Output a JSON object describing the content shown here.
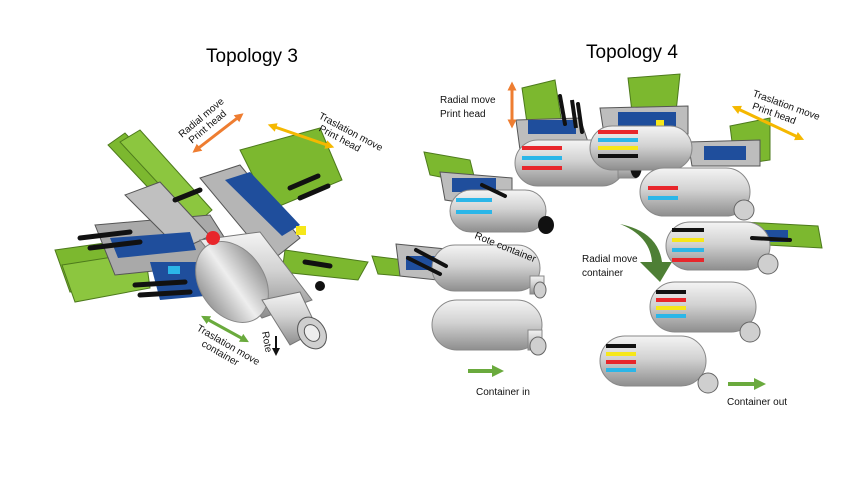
{
  "topology3": {
    "title": "Topology 3",
    "radial_move": [
      "Radial move",
      "Print head"
    ],
    "translation_move_head": [
      "Traslation move",
      "Print head"
    ],
    "translation_move_container": [
      "Traslation move",
      "container"
    ],
    "rotate": "Rote"
  },
  "topology4": {
    "title": "Topology 4",
    "radial_move_head": [
      "Radial move",
      "Print head"
    ],
    "translation_move_head": [
      "Traslation move",
      "Print head"
    ],
    "rotate_container": "Rote container",
    "radial_move_container": [
      "Radial move",
      "container"
    ],
    "container_in": "Container in",
    "container_out": "Container out"
  },
  "colors": {
    "green_board": "#7cb82f",
    "blue_part": "#1f4e9c",
    "metal": "#c8c8c8",
    "arrow_orange": "#ee7d31",
    "arrow_yellow": "#f5b800",
    "arrow_green": "#6aaa3d",
    "arrow_olive": "#4e7f35",
    "stripe_cyan": "#2bb6e8",
    "stripe_red": "#e8262b",
    "stripe_yellow": "#f6e71a",
    "stripe_black": "#111111"
  }
}
